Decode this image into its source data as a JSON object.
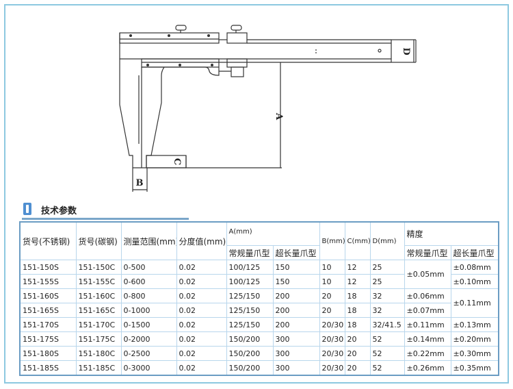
{
  "diagram": {
    "labels": {
      "a": "A",
      "b": "B",
      "c": "C",
      "d": "D"
    }
  },
  "section": {
    "title": "技术参数",
    "icon": "section-marker-icon"
  },
  "table": {
    "headers": {
      "code_ss": "货号(不锈钢)",
      "code_cs": "货号(碳钢)",
      "range": "测量范围(mm)",
      "resolution": "分度值(mm)",
      "a": "A(mm)",
      "a_std": "常规量爪型",
      "a_long": "超长量爪型",
      "b": "B(mm)",
      "c": "C(mm)",
      "d": "D(mm)",
      "accuracy": "精度",
      "acc_std": "常规量爪型",
      "acc_long": "超长量爪型"
    },
    "rows": [
      {
        "ss": "151-150S",
        "cs": "151-150C",
        "range": "0-500",
        "res": "0.02",
        "a_std": "100/125",
        "a_long": "150",
        "b": "10",
        "c": "12",
        "d": "25",
        "acc_std": "±0.05mm",
        "acc_long": "±0.08mm"
      },
      {
        "ss": "151-155S",
        "cs": "151-155C",
        "range": "0-600",
        "res": "0.02",
        "a_std": "100/125",
        "a_long": "150",
        "b": "10",
        "c": "12",
        "d": "25",
        "acc_long": "±0.10mm"
      },
      {
        "ss": "151-160S",
        "cs": "151-160C",
        "range": "0-800",
        "res": "0.02",
        "a_std": "125/150",
        "a_long": "200",
        "b": "20",
        "c": "18",
        "d": "32",
        "acc_std": "±0.06mm",
        "acc_long": "±0.11mm"
      },
      {
        "ss": "151-165S",
        "cs": "151-165C",
        "range": "0-1000",
        "res": "0.02",
        "a_std": "125/150",
        "a_long": "200",
        "b": "20",
        "c": "18",
        "d": "32",
        "acc_std": "±0.07mm"
      },
      {
        "ss": "151-170S",
        "cs": "151-170C",
        "range": "0-1500",
        "res": "0.02",
        "a_std": "125/150",
        "a_long": "200",
        "b": "20/30",
        "c": "18",
        "d": "32/41.5",
        "acc_std": "±0.11mm",
        "acc_long": "±0.13mm"
      },
      {
        "ss": "151-175S",
        "cs": "151-175C",
        "range": "0-2000",
        "res": "0.02",
        "a_std": "150/200",
        "a_long": "300",
        "b": "20/30",
        "c": "20",
        "d": "52",
        "acc_std": "±0.14mm",
        "acc_long": "±0.20mm"
      },
      {
        "ss": "151-180S",
        "cs": "151-180C",
        "range": "0-2500",
        "res": "0.02",
        "a_std": "150/200",
        "a_long": "300",
        "b": "20/30",
        "c": "20",
        "d": "52",
        "acc_std": "±0.22mm",
        "acc_long": "±0.30mm"
      },
      {
        "ss": "151-185S",
        "cs": "151-185C",
        "range": "0-3000",
        "res": "0.02",
        "a_std": "150/200",
        "a_long": "300",
        "b": "20/30",
        "c": "20",
        "d": "52",
        "acc_std": "±0.26mm",
        "acc_long": "±0.35mm"
      }
    ]
  }
}
